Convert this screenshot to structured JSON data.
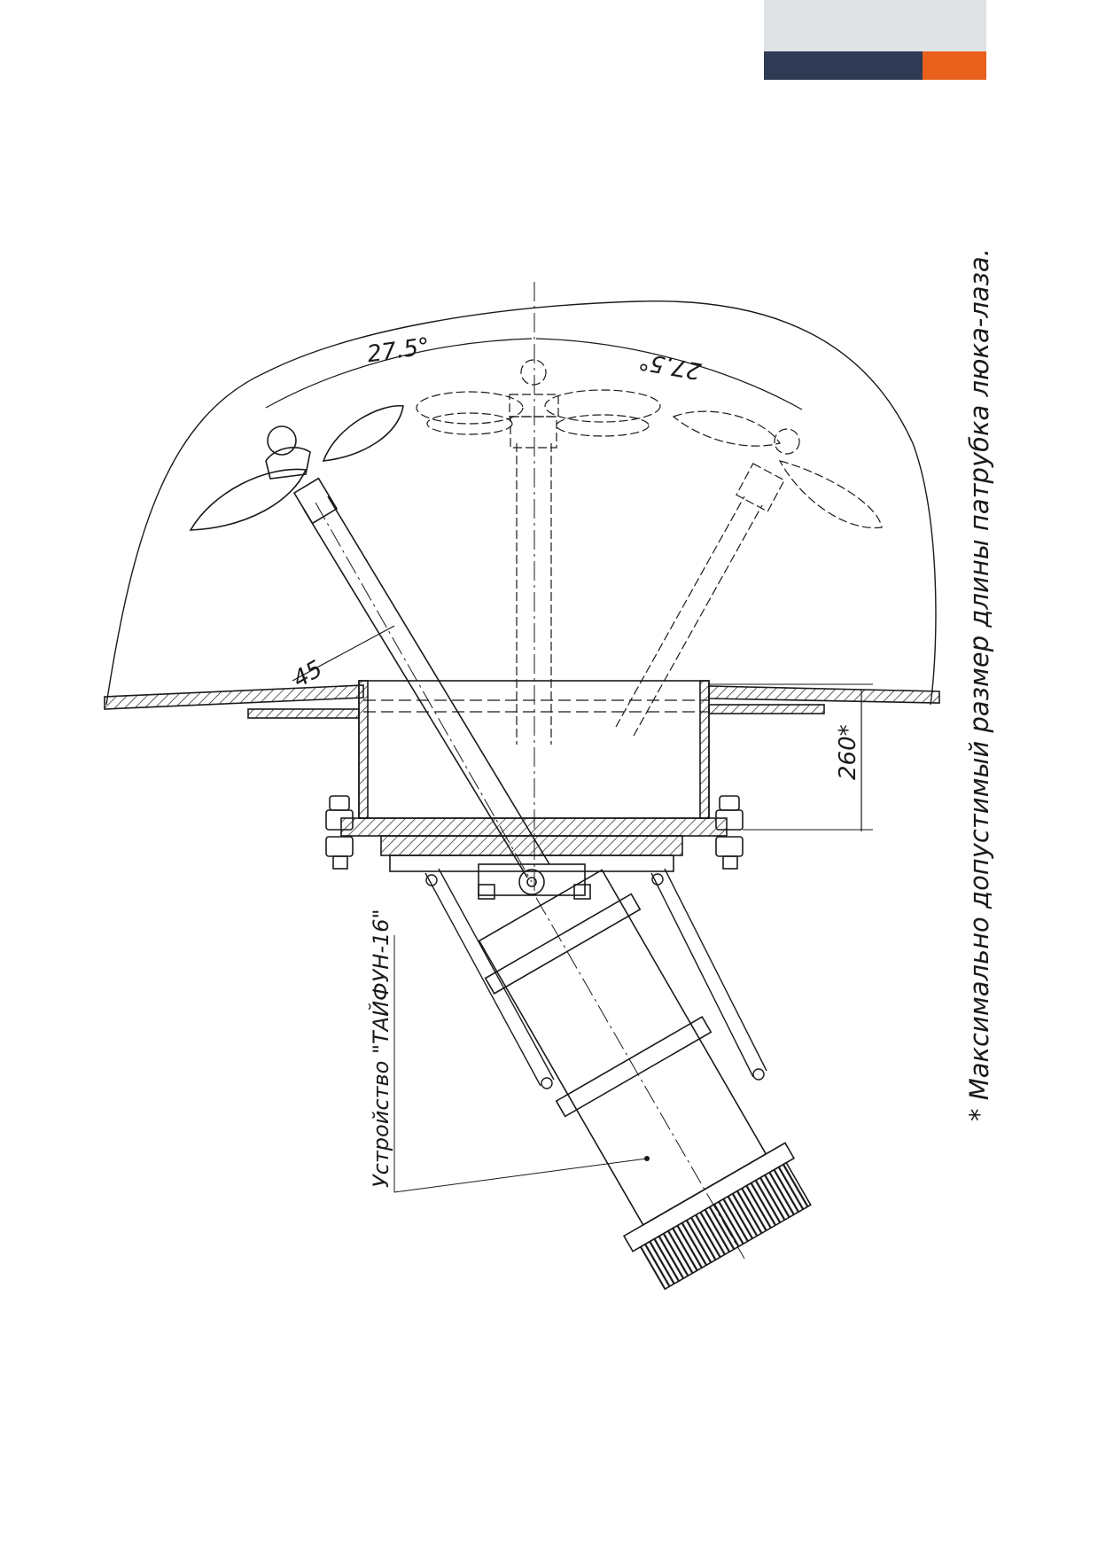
{
  "brand": {
    "grey": "#dfe3e6",
    "navy": "#2f3a55",
    "orange": "#e8601c"
  },
  "dimensions": {
    "angle_left": "27.5°",
    "angle_right": "27.5°",
    "offset": "45",
    "nozzle_length": "260*"
  },
  "labels": {
    "device": "Устройство \"ТАЙФУН-16\""
  },
  "footnote": "* Максимально допустимый размер длины патрубка люка-лаза."
}
